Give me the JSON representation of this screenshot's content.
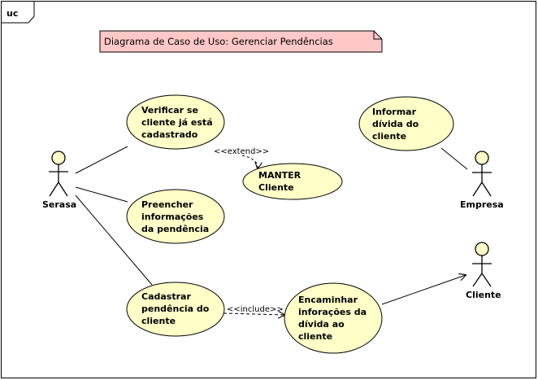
{
  "frame": {
    "label": "uc"
  },
  "note": {
    "text": "Diagrama de Caso de Uso: Gerenciar Pendências"
  },
  "actors": {
    "serasa": "Serasa",
    "empresa": "Empresa",
    "cliente": "Cliente"
  },
  "use_cases": {
    "verificar": [
      "Verificar se",
      "cliente já está",
      "cadastrado"
    ],
    "manter": [
      "MANTER",
      "Cliente"
    ],
    "preencher": [
      "Preencher",
      "informações",
      "da pendência"
    ],
    "cadastrar": [
      "Cadastrar",
      "pendência do",
      "cliente"
    ],
    "encaminhar": [
      "Encaminhar",
      "inforações da",
      "dívida ao",
      "cliente"
    ],
    "informar": [
      "Informar",
      "dívida do",
      "cliente"
    ]
  },
  "relations": {
    "extend": "<<extend>>",
    "include": "<<include>>"
  },
  "colors": {
    "usecase_fill": "#ffffc8",
    "note_fill": "#ffc8c8",
    "stroke": "#000000"
  }
}
